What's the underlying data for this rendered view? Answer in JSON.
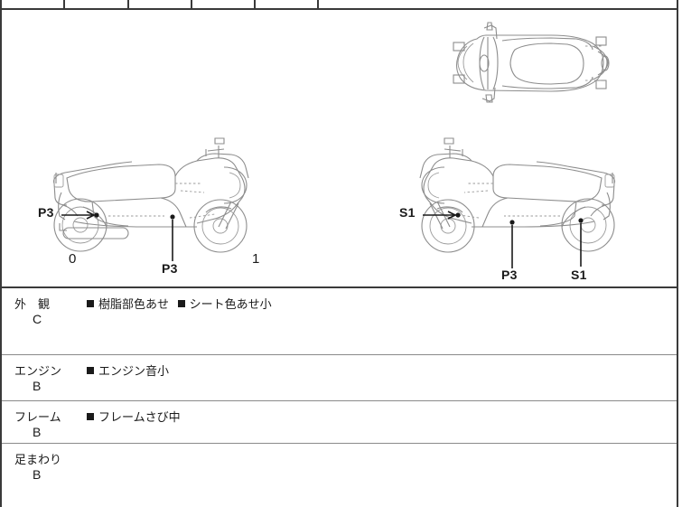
{
  "document": {
    "type": "motorcycle-inspection-sheet",
    "header_table": {
      "columns": [
        "",
        "",
        "",
        "",
        "",
        ""
      ],
      "trailing_note": ""
    }
  },
  "diagrams": {
    "top_view": {
      "name": "scooter-top-view",
      "callouts": []
    },
    "left_side_view": {
      "name": "scooter-left-side-view",
      "callouts": [
        {
          "label": "P3",
          "position": "rear-fender-left"
        },
        {
          "label": "P3",
          "position": "body-center-lower"
        }
      ],
      "end_marks": [
        {
          "label": "0",
          "position": "rear"
        },
        {
          "label": "1",
          "position": "front"
        }
      ]
    },
    "right_side_view": {
      "name": "scooter-right-side-view",
      "callouts": [
        {
          "label": "S1",
          "position": "front-fender"
        },
        {
          "label": "P3",
          "position": "body-center-lower"
        },
        {
          "label": "S1",
          "position": "rear-wheel"
        }
      ],
      "end_marks": []
    }
  },
  "conditions": [
    {
      "category": "外　観",
      "grade": "C",
      "items": [
        "樹脂部色あせ",
        "シート色あせ小"
      ]
    },
    {
      "category": "エンジン",
      "grade": "B",
      "items": [
        "エンジン音小"
      ]
    },
    {
      "category": "フレーム",
      "grade": "B",
      "items": [
        "フレームさび中"
      ]
    },
    {
      "category": "足まわり",
      "grade": "B",
      "items": []
    }
  ],
  "colors": {
    "border": "#3a3a3a",
    "row_divider": "#8a8a8a",
    "drawing_line": "#8d8d8d",
    "callout": "#1a1a1a",
    "text": "#1a1a1a"
  }
}
